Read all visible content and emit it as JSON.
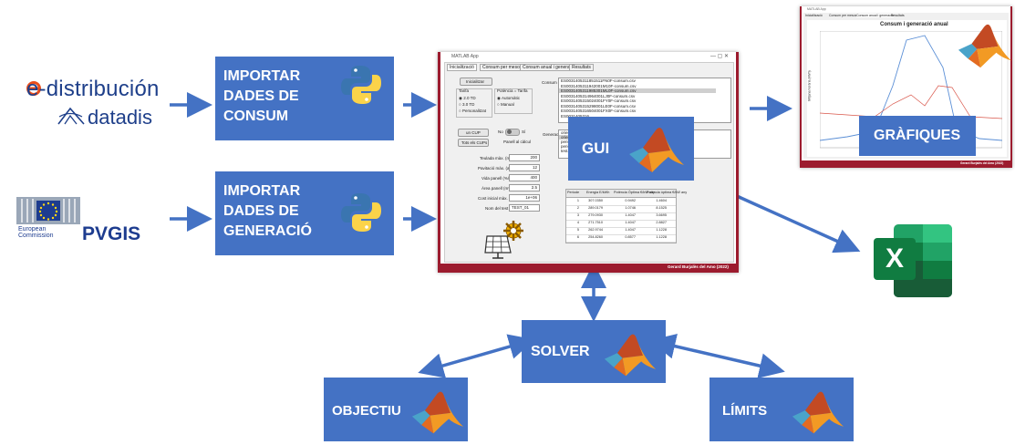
{
  "logos": {
    "edistribucion": "e-distribución",
    "datadis": "datadis",
    "ec_line1": "European",
    "ec_line2": "Commission",
    "pvgis": "PVGIS"
  },
  "boxes": {
    "consum": "IMPORTAR\nDADES DE\nCONSUM",
    "generacio": "IMPORTAR\nDADES DE\nGENERACIÓ",
    "gui": "GUI",
    "grafiques": "GRÀFIQUES",
    "solver": "SOLVER",
    "objectiu": "OBJECTIU",
    "limits": "LÍMITS"
  },
  "app": {
    "title": "MATLAB App",
    "tabs": [
      "Inicialització",
      "Consum per mesos",
      "Consum anual i generació",
      "Resultats"
    ],
    "consum_label": "Consum",
    "files": [
      "ES0031405311851511FN0F-consum.csv",
      "ES0031405311942001M10F-consum.csv",
      "ES0031405311985301ML0F-consum.csv",
      "ES0031405314964001LJ0F-consum.csv",
      "ES0031405315024001FY0F-consum.csv",
      "ES0031405315298001LE0F-consum.csv",
      "ES0031405316504001FX0F-consum.csv",
      "ES0031405316..."
    ],
    "inicialitzar": "Inicialitzar",
    "tarifa_label": "Tarifa",
    "tarifa_options": [
      "2.0 TD",
      "3.0 TD",
      "Personalitzat"
    ],
    "potencia_label": "Potència = Tarifa",
    "potencia_options": [
      "Automàtic",
      "Manual"
    ],
    "cups_btn": "un CUP",
    "tots_btn": "Tots els CUPs",
    "switch_no": "No",
    "switch_si": "Sí",
    "panel_label": "Panell al càlcul",
    "generacio_label": "Generació",
    "gen_files": [
      "orientpc...",
      "orientacio...",
      "periodeOri...",
      "periodeZero...",
      "test.csv"
    ],
    "params": [
      {
        "label": "Teulada màx. (m^2)",
        "value": "200"
      },
      {
        "label": "Pavitació màx. (anys)",
        "value": "12"
      },
      {
        "label": "Vida panell (%/y)",
        "value": "400"
      },
      {
        "label": "Àrea panell (m^2)",
        "value": "2.5"
      },
      {
        "label": "Cost inicial màx. (€)",
        "value": "1e+06"
      },
      {
        "label": "Nom del test",
        "value": "TEST_01"
      }
    ],
    "table_headers": [
      "Periode",
      "Energia E/kWh",
      "Potència Òptima €/kW any",
      "Potència òptima €/kW any"
    ],
    "table_rows": [
      [
        "1",
        "307.0350",
        "0.9492",
        "1.4604"
      ],
      [
        "2",
        "289.0179",
        "1.0746",
        "8.1525"
      ],
      [
        "3",
        "279.0930",
        "1.4047",
        "3.6695"
      ],
      [
        "4",
        "271.7510",
        "1.4047",
        "2.8827"
      ],
      [
        "5",
        "262.9744",
        "1.4047",
        "1.1228"
      ],
      [
        "6",
        "254.8260",
        "0.8577",
        "1.1228"
      ]
    ],
    "footer": "Gerard Burjalès del Amo (2022)"
  },
  "chart_window": {
    "title": "MATLAB App",
    "tabs": [
      "Inicialització",
      "Consum per mesos",
      "Consum anual i generació",
      "Resultats"
    ],
    "chart_title": "Consum i generació anual",
    "ylabel": "Mitjana horària (kWh)",
    "footer": "Gerard Burjalès del Amo (2022)"
  },
  "chart_data": {
    "type": "line",
    "title": "Consum i generació anual",
    "ylabel": "Mitjana horària (kWh)",
    "series": []
  },
  "excel": {
    "letter": "X"
  },
  "colors": {
    "box_blue": "#4472c4",
    "arrow_blue": "#4472c4",
    "window_red": "#9c1b2e",
    "edist_orange": "#e94e1b",
    "edist_blue": "#1e3f8a",
    "excel_green": "#107c41"
  }
}
